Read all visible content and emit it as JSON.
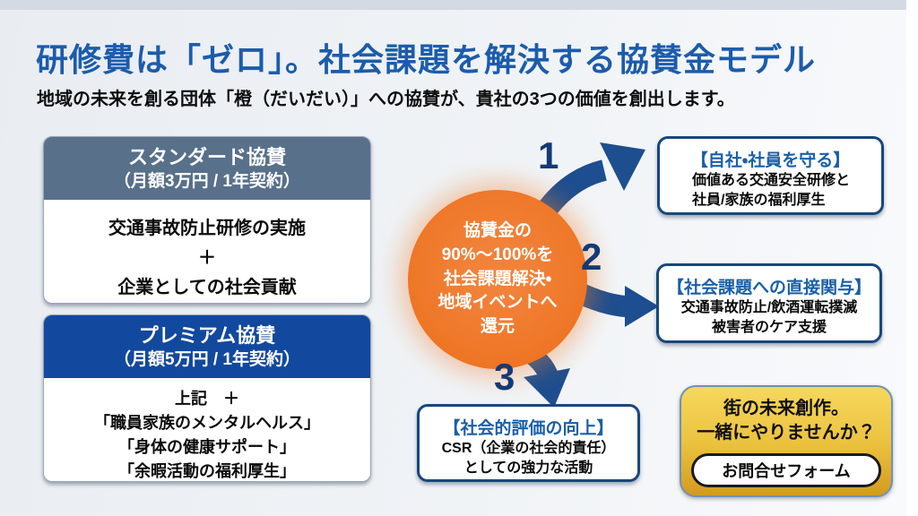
{
  "slide": {
    "title": "研修費は「ゼロ」。社会課題を解決する協賛金モデル",
    "subtitle": "地域の未来を創る団体「橙（だいだい）」への協賛が、貴社の3つの価値を創出します。"
  },
  "plans": [
    {
      "name": "スタンダード協賛",
      "price": "（月額3万円 / 1年契約）",
      "lines": [
        "交通事故防止研修の実施",
        "＋",
        "企業としての社会貢献"
      ]
    },
    {
      "name": "プレミアム協賛",
      "price": "（月額5万円 / 1年契約）",
      "lines": [
        "上記　＋",
        "「職員家族のメンタルヘルス」",
        "「身体の健康サポート」",
        "「余暇活動の福利厚生」"
      ]
    }
  ],
  "circle": {
    "lines": [
      "協賛金の",
      "90%〜100%を",
      "社会課題解決・",
      "地域イベントへ",
      "還元"
    ]
  },
  "values": [
    {
      "number": "1",
      "title": "【自社・社員を守る】",
      "lines": [
        "価値ある交通安全研修と",
        "社員/家族の福利厚生"
      ]
    },
    {
      "number": "2",
      "title": "【社会課題への直接関与】",
      "lines": [
        "交通事故防止/飲酒運転撲滅",
        "被害者のケア支援"
      ]
    },
    {
      "number": "3",
      "title": "【社会的評価の向上】",
      "lines": [
        "CSR（企業の社会的責任）",
        "としての強力な活動"
      ]
    }
  ],
  "cta": {
    "lines": [
      "街の未来創作。",
      "一緒にやりませんか？"
    ],
    "button_label": "お問合せフォーム"
  },
  "colors": {
    "title_blue": "#1c5cab",
    "box_border_navy": "#17477e",
    "arrow_blue": "#1d4e8f",
    "number_navy": "#143a75",
    "standard_header": "#58708a",
    "premium_header": "#12499e",
    "circle_orange": "#ee7423",
    "cta_gold": "#ecc340"
  }
}
